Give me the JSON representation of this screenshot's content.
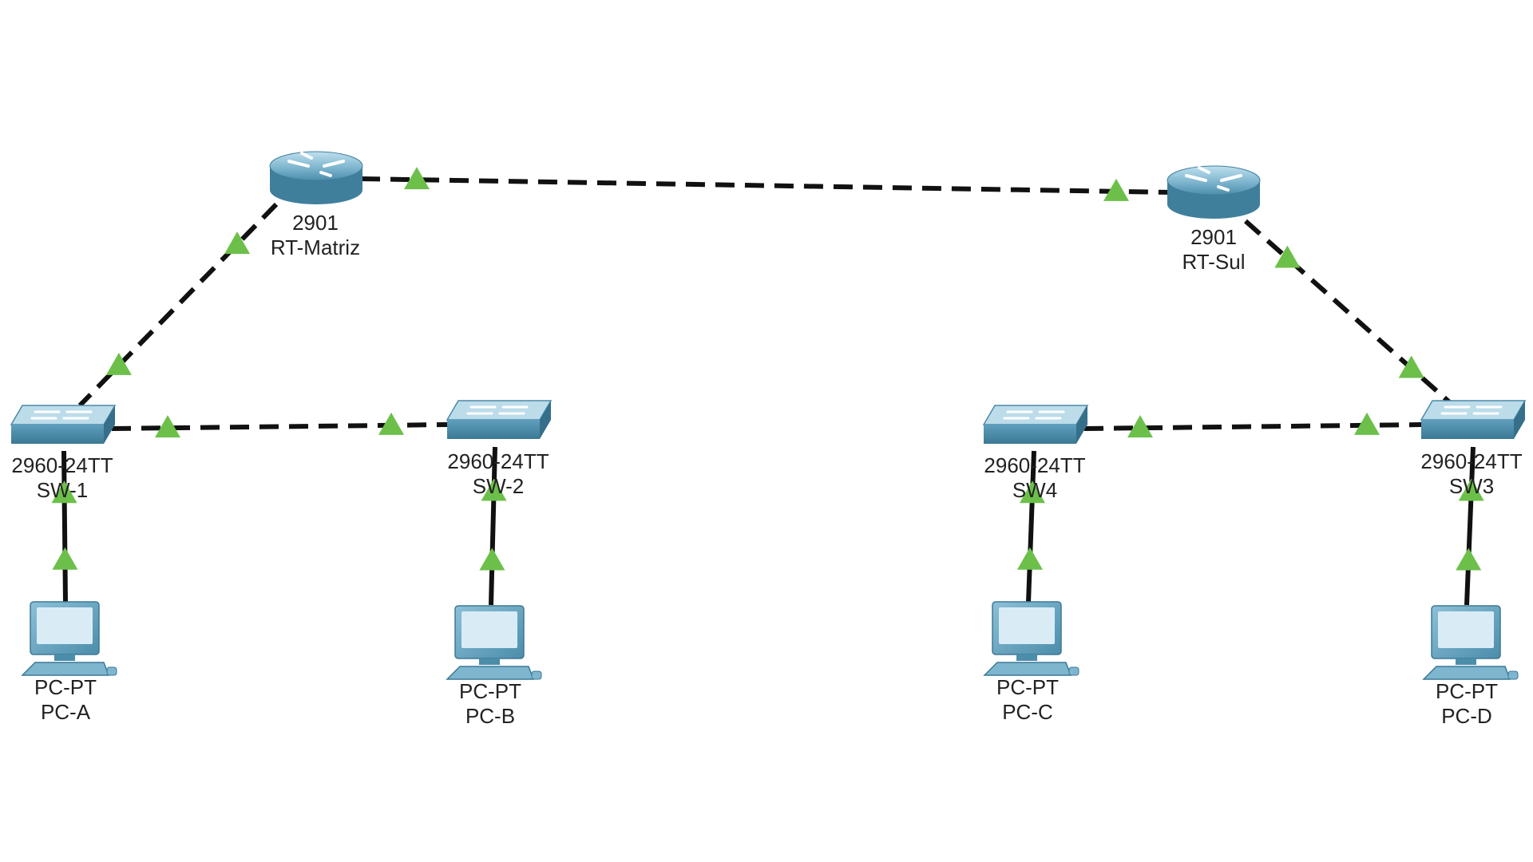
{
  "colors": {
    "link": "#111111",
    "status_up": "#6cc04a",
    "device_body": "#6fa9c4",
    "device_top": "#bcdcea",
    "device_dark": "#3f7f9c",
    "screen": "#d9ecf6"
  },
  "devices": {
    "rt_matriz": {
      "model": "2901",
      "name": "RT-Matriz",
      "icon": "router-icon"
    },
    "rt_sul": {
      "model": "2901",
      "name": "RT-Sul",
      "icon": "router-icon"
    },
    "sw1": {
      "model": "2960-24TT",
      "name": "SW-1",
      "icon": "switch-icon"
    },
    "sw2": {
      "model": "2960-24TT",
      "name": "SW-2",
      "icon": "switch-icon"
    },
    "sw4": {
      "model": "2960-24TT",
      "name": "SW4",
      "icon": "switch-icon"
    },
    "sw3": {
      "model": "2960-24TT",
      "name": "SW3",
      "icon": "switch-icon"
    },
    "pc_a": {
      "model": "PC-PT",
      "name": "PC-A",
      "icon": "pc-icon"
    },
    "pc_b": {
      "model": "PC-PT",
      "name": "PC-B",
      "icon": "pc-icon"
    },
    "pc_c": {
      "model": "PC-PT",
      "name": "PC-C",
      "icon": "pc-icon"
    },
    "pc_d": {
      "model": "PC-PT",
      "name": "PC-D",
      "icon": "pc-icon"
    }
  },
  "links": [
    {
      "from": "rt_matriz",
      "to": "rt_sul",
      "type": "crossover",
      "status": "up"
    },
    {
      "from": "rt_matriz",
      "to": "sw1",
      "type": "crossover",
      "status": "up"
    },
    {
      "from": "rt_sul",
      "to": "sw3",
      "type": "crossover",
      "status": "up"
    },
    {
      "from": "sw1",
      "to": "sw2",
      "type": "crossover",
      "status": "up"
    },
    {
      "from": "sw4",
      "to": "sw3",
      "type": "crossover",
      "status": "up"
    },
    {
      "from": "sw1",
      "to": "pc_a",
      "type": "straight",
      "status": "up"
    },
    {
      "from": "sw2",
      "to": "pc_b",
      "type": "straight",
      "status": "up"
    },
    {
      "from": "sw4",
      "to": "pc_c",
      "type": "straight",
      "status": "up"
    },
    {
      "from": "sw3",
      "to": "pc_d",
      "type": "straight",
      "status": "up"
    }
  ]
}
